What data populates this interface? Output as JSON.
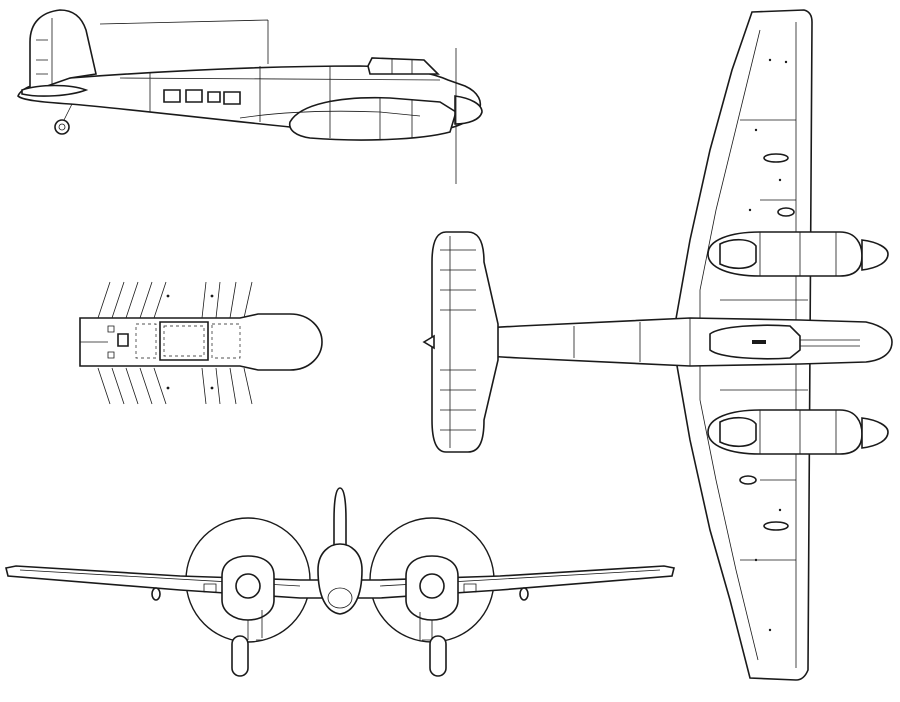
{
  "figure": {
    "views": [
      "side-view",
      "cockpit-detail-view",
      "plan-view",
      "front-view"
    ],
    "line_color": "#1a1a1a",
    "background": "#ffffff"
  }
}
